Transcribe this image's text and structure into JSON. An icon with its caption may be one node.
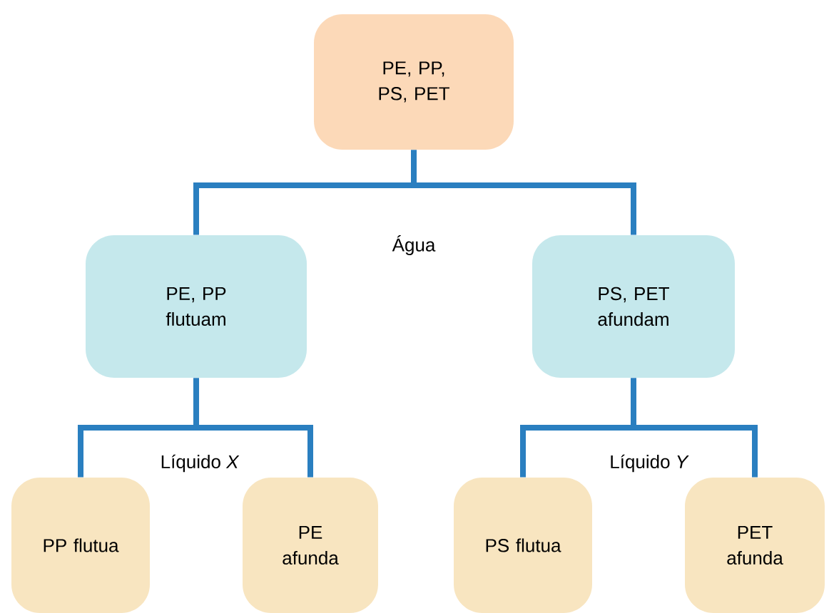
{
  "diagram": {
    "nodes": [
      {
        "text": [
          "PE, PP, PS, PET"
        ]
      },
      {
        "text": [
          "PE, PP flutuam"
        ]
      },
      {
        "text": [
          "PS, PET afundam"
        ]
      },
      {
        "text": [
          "PP flutua"
        ]
      },
      {
        "text": [
          "PE afunda"
        ]
      },
      {
        "text": [
          "PS flutua"
        ]
      },
      {
        "text": [
          "PET afunda"
        ]
      }
    ],
    "edges": [
      {
        "from": 0,
        "to": 1,
        "arrow": "none"
      },
      {
        "from": 0,
        "to": 2,
        "arrow": "none"
      },
      {
        "from": 1,
        "to": 3,
        "arrow": "none"
      },
      {
        "from": 1,
        "to": 4,
        "arrow": "none"
      },
      {
        "from": 2,
        "to": 5,
        "arrow": "none"
      },
      {
        "from": 2,
        "to": 6,
        "arrow": "none"
      }
    ],
    "labels": [
      "Água",
      "Líquido *X*",
      "Líquido *Y*"
    ]
  }
}
